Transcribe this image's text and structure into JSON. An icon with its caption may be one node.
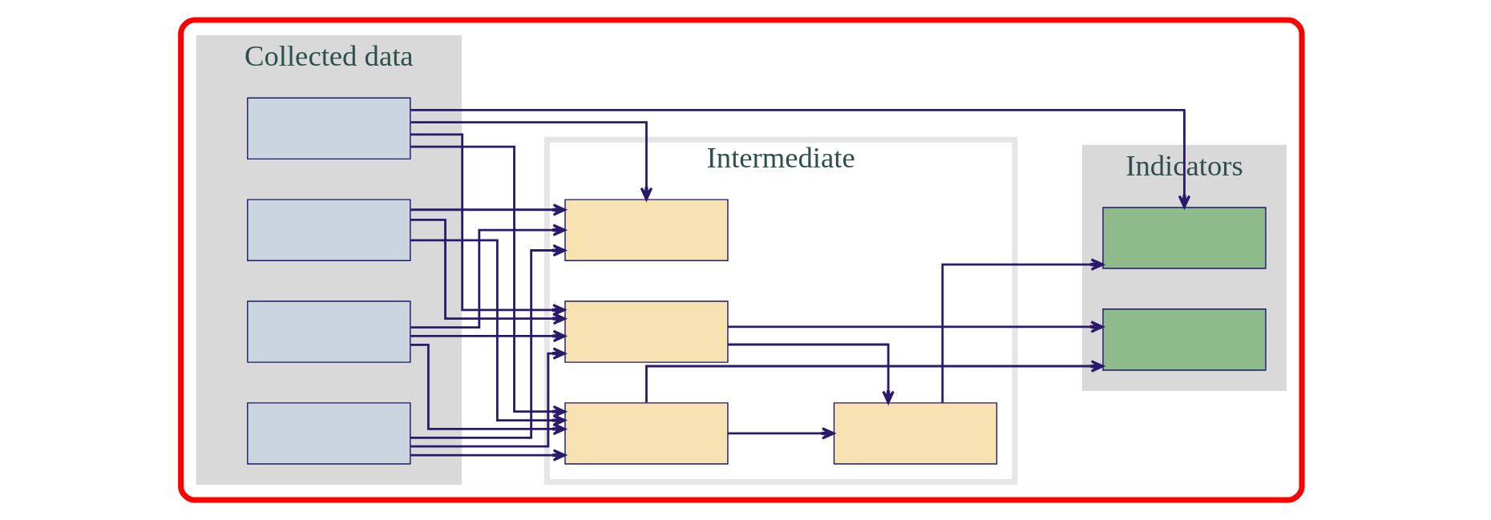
{
  "diagram": {
    "nodes": [
      {
        "text": [],
        "shape": "box"
      },
      {
        "text": [
          "Collected data"
        ],
        "in": 0
      },
      {
        "text": [],
        "shape": "box",
        "in": 1
      },
      {
        "text": [],
        "shape": "box",
        "in": 1
      },
      {
        "text": [],
        "shape": "box",
        "in": 1
      },
      {
        "text": [],
        "shape": "box",
        "in": 1
      },
      {
        "text": [
          "Intermediate"
        ],
        "in": 0
      },
      {
        "text": [],
        "shape": "box",
        "in": 6
      },
      {
        "text": [],
        "shape": "box",
        "in": 6
      },
      {
        "text": [],
        "shape": "box",
        "in": 6
      },
      {
        "text": [],
        "shape": "box",
        "in": 6
      },
      {
        "text": [
          "Indicators"
        ],
        "in": 0
      },
      {
        "text": [],
        "shape": "box",
        "in": 11
      },
      {
        "text": [],
        "shape": "box",
        "in": 11
      }
    ],
    "edges": [
      {
        "from": 2,
        "to": 7,
        "arrow": "to"
      },
      {
        "from": 2,
        "to": 8,
        "arrow": "to"
      },
      {
        "from": 2,
        "to": 9,
        "arrow": "to"
      },
      {
        "from": 3,
        "to": 7,
        "arrow": "to"
      },
      {
        "from": 3,
        "to": 8,
        "arrow": "to"
      },
      {
        "from": 3,
        "to": 9,
        "arrow": "to"
      },
      {
        "from": 4,
        "to": 7,
        "arrow": "to"
      },
      {
        "from": 4,
        "to": 8,
        "arrow": "to"
      },
      {
        "from": 4,
        "to": 9,
        "arrow": "to"
      },
      {
        "from": 5,
        "to": 7,
        "arrow": "to"
      },
      {
        "from": 5,
        "to": 8,
        "arrow": "to"
      },
      {
        "from": 5,
        "to": 9,
        "arrow": "to"
      },
      {
        "from": 2,
        "to": 12,
        "arrow": "to"
      },
      {
        "from": 7,
        "to": 10,
        "arrow": "to"
      },
      {
        "from": 8,
        "to": 10,
        "arrow": "to"
      },
      {
        "from": 7,
        "to": 13,
        "arrow": "to"
      },
      {
        "from": 8,
        "to": 13,
        "arrow": "to"
      },
      {
        "from": 10,
        "to": 12,
        "arrow": "to"
      }
    ]
  }
}
